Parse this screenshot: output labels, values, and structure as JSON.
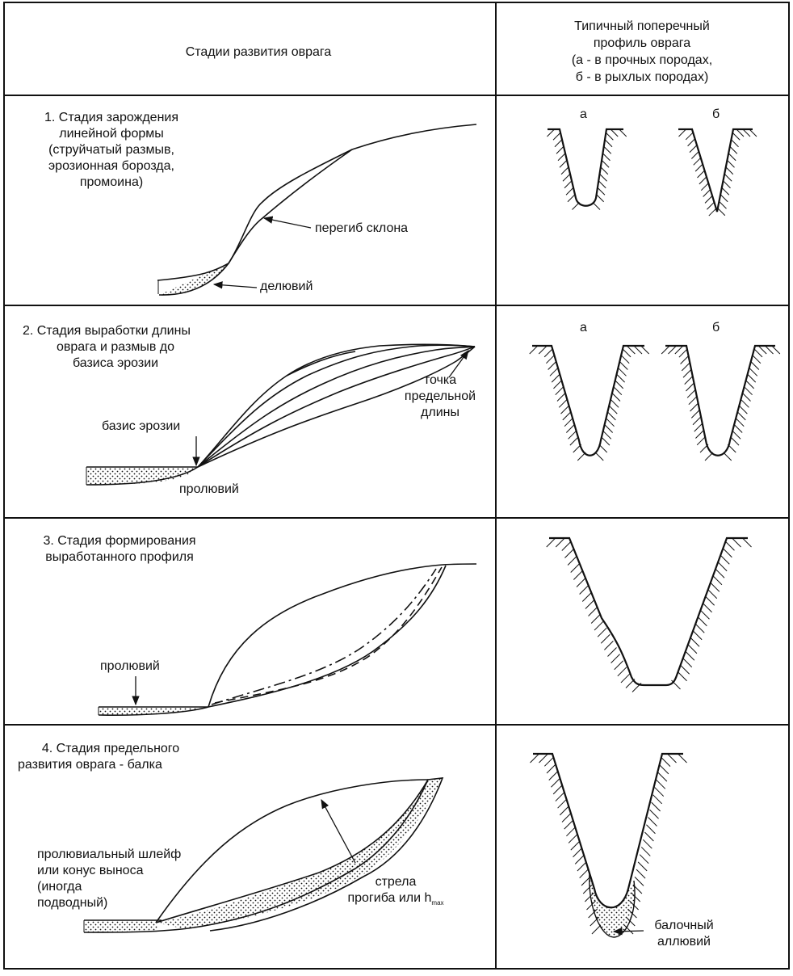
{
  "header": {
    "left": "Стадии развития оврага",
    "right_lines": [
      "Типичный поперечный",
      "профиль оврага",
      "(а - в прочных породах,",
      "б - в рыхлых породах)"
    ]
  },
  "stages": [
    {
      "title_lines": [
        "1. Стадия зарождения",
        "линейной формы",
        "(струйчатый размыв,",
        "эрозионная борозда,",
        "промоина)"
      ],
      "labels": {
        "peregib": "перегиб склона",
        "deluviy": "делювий"
      },
      "profile_labels": [
        "а",
        "б"
      ]
    },
    {
      "title_lines": [
        "2. Стадия выработки длины",
        "оврага и размыв до",
        "базиса эрозии"
      ],
      "labels": {
        "tochka": [
          "точка",
          "предельной",
          "длины"
        ],
        "bazis": "базис эрозии",
        "proluviy": "пролювий"
      },
      "profile_labels": [
        "а",
        "б"
      ]
    },
    {
      "title_lines": [
        "3. Стадия формирования",
        "выработанного профиля"
      ],
      "labels": {
        "proluviy": "пролювий"
      }
    },
    {
      "title_lines": [
        "4. Стадия предельного",
        "развития оврага - балка"
      ],
      "labels": {
        "shleif": [
          "пролювиальный шлейф",
          "или конус выноса",
          "(иногда",
          "подводный)"
        ],
        "strela_1": "стрела",
        "strela_2": "прогиба или h",
        "strela_sub": "max",
        "balochny": [
          "балочный",
          "аллювий"
        ]
      }
    }
  ]
}
